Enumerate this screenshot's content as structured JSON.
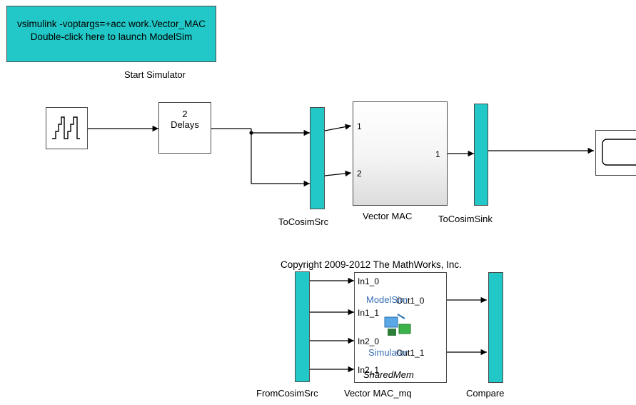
{
  "launcher": {
    "line1": "vsimulink  -voptargs=+acc work.Vector_MAC",
    "line2": "Double-click here to launch ModelSim",
    "caption": "Start Simulator"
  },
  "delays_block": {
    "line1": "2",
    "line2": "Delays"
  },
  "to_cosim_src": {
    "label": "ToCosimSrc"
  },
  "vector_mac": {
    "label": "Vector MAC",
    "in1": "1",
    "in2": "2",
    "out1": "1"
  },
  "to_cosim_sink": {
    "label": "ToCosimSink"
  },
  "copyright": "Copyright 2009-2012 The MathWorks, Inc.",
  "from_cosim_src": {
    "label": "FromCosimSrc"
  },
  "vector_mac_mq": {
    "label": "Vector MAC_mq",
    "in_ports": [
      "In1_0",
      "In1_1",
      "In2_0",
      "In2_1"
    ],
    "out_ports": [
      "Out1_0",
      "Out1_1"
    ],
    "brand_top": "ModelSim",
    "brand_bottom": "Simulator",
    "transport": "SharedMem"
  },
  "compare": {
    "label": "Compare"
  },
  "colors": {
    "cosim_bus": "#21c8c7",
    "wire": "#000000",
    "modelsim_text": "#3a6fb5"
  },
  "icons": {
    "source": "staircase-signal-icon",
    "scope": "scope-display-icon",
    "modelsim": "modelsim-chip-icon"
  }
}
